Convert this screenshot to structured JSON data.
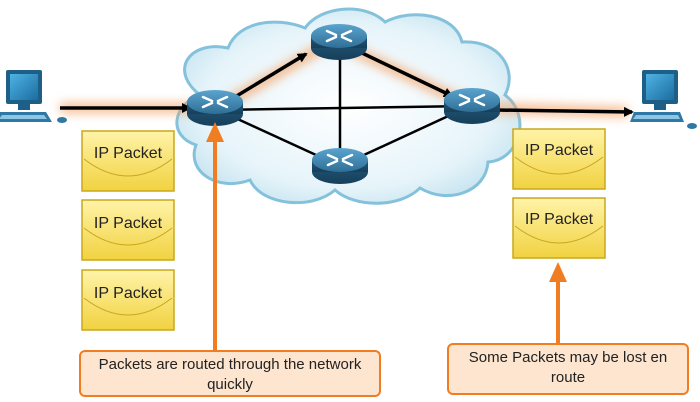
{
  "packets": {
    "sender": [
      "IP Packet",
      "IP Packet",
      "IP Packet"
    ],
    "receiver": [
      "IP Packet",
      "IP Packet"
    ]
  },
  "callouts": {
    "left": "Packets are routed through the network quickly",
    "right": "Some Packets may be lost en route"
  },
  "icons": {
    "sender": "computer-icon",
    "receiver": "computer-icon",
    "router": "router-icon",
    "network": "cloud-icon"
  },
  "colors": {
    "cloud_fill": "#d6ecf5",
    "cloud_stroke": "#7fbfd8",
    "router": "#2e6e94",
    "packet_fill": "#f6dd5a",
    "accent": "#f07d22",
    "callout_fill": "#fde5cf"
  }
}
